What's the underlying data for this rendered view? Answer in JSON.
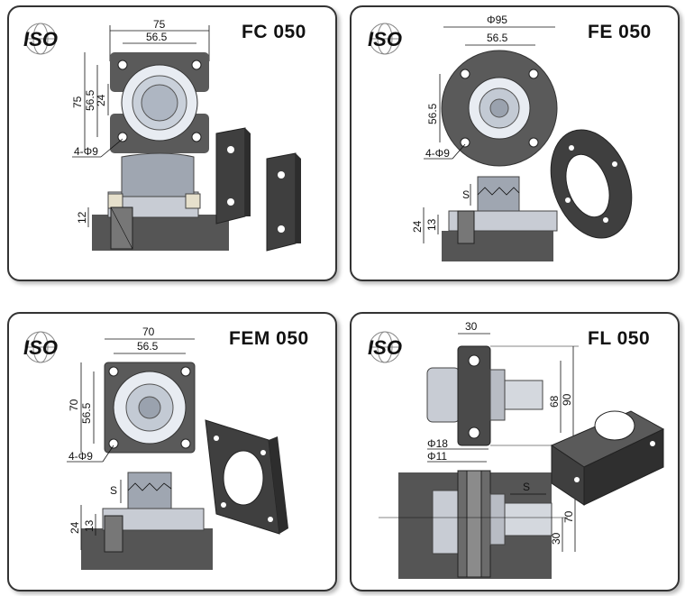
{
  "panels": [
    {
      "id": "fc",
      "title": "FC 050",
      "iso": "ISO",
      "dims": {
        "d1": "75",
        "d2": "56.5",
        "d3": "75",
        "d4": "56.5",
        "d5": "24",
        "d6": "4-Φ9",
        "d7": "12"
      }
    },
    {
      "id": "fe",
      "title": "FE 050",
      "iso": "ISO",
      "dims": {
        "d1": "Φ95",
        "d2": "56.5",
        "d3": "56.5",
        "d4": "4-Φ9",
        "d5": "S",
        "d6": "24",
        "d7": "13"
      }
    },
    {
      "id": "fem",
      "title": "FEM 050",
      "iso": "ISO",
      "dims": {
        "d1": "70",
        "d2": "56.5",
        "d3": "70",
        "d4": "56.5",
        "d5": "4-Φ9",
        "d6": "S",
        "d7": "24",
        "d8": "13"
      }
    },
    {
      "id": "fl",
      "title": "FL 050",
      "iso": "ISO",
      "dims": {
        "d1": "30",
        "d2": "68",
        "d3": "90",
        "d4": "Φ18",
        "d5": "Φ11",
        "d6": "S",
        "d7": "70",
        "d8": "30"
      }
    }
  ],
  "colors": {
    "border": "#333333",
    "metal_dark": "#4a4a4a",
    "metal_mid": "#6b6b6b",
    "metal_light": "#b8bcc4",
    "base": "#555555"
  }
}
